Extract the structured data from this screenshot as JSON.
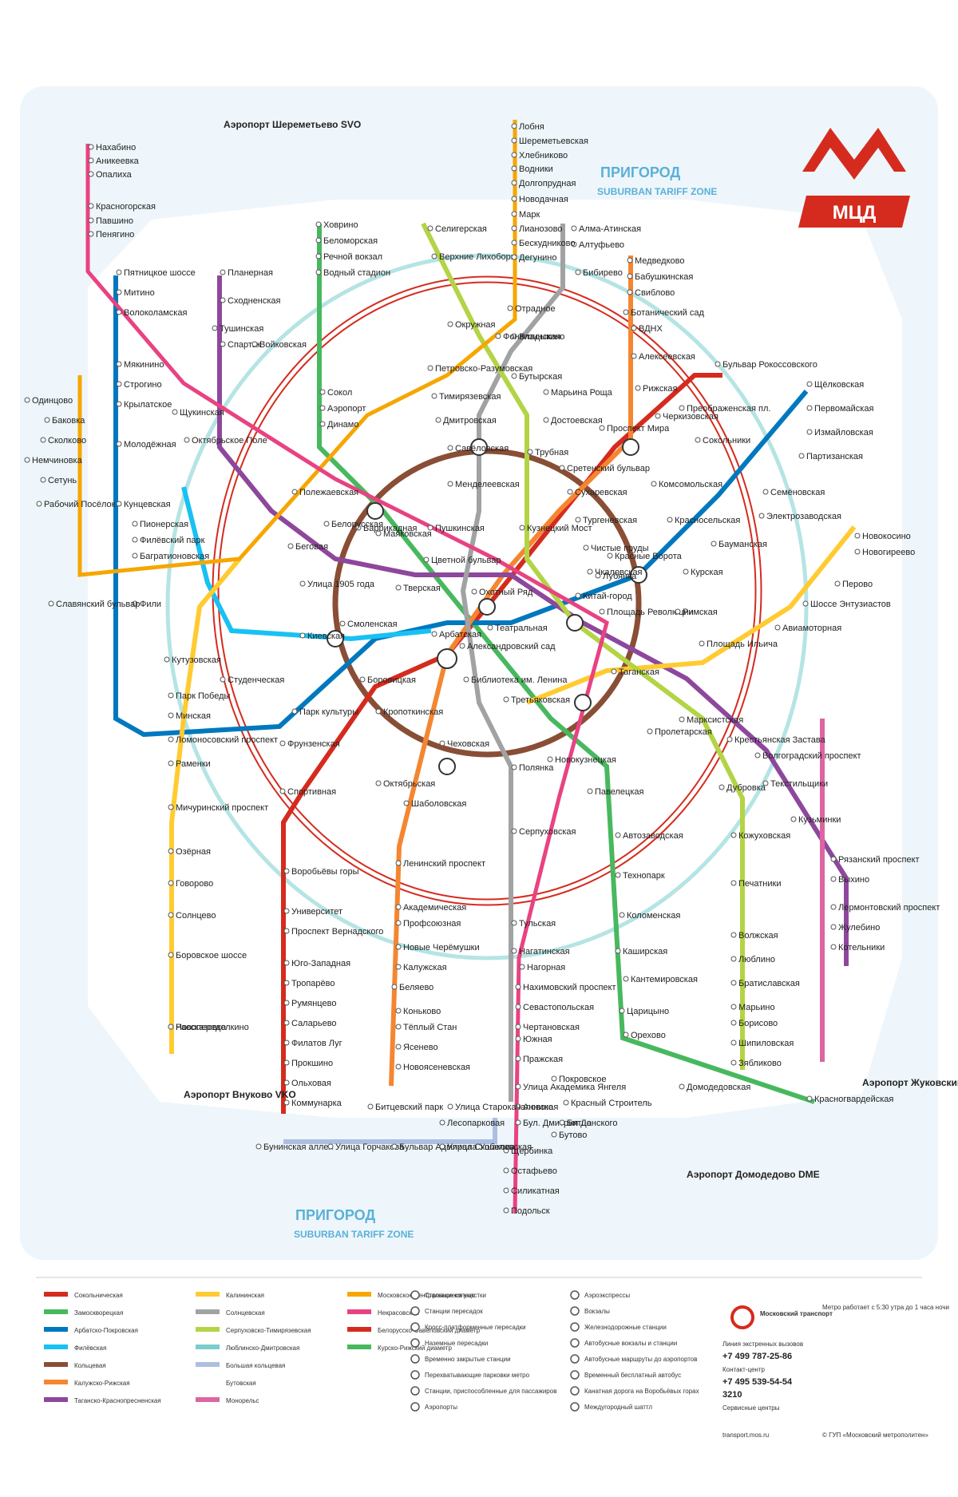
{
  "zone": {
    "title": "ПРИГОРОД",
    "subtitle": "SUBURBAN TARIFF ZONE"
  },
  "brand": {
    "metro_letter": "M",
    "mcd": "МЦД",
    "red": "#d52b1e"
  },
  "airports": {
    "svo": "Аэропорт Шереметьево SVO",
    "vko": "Аэропорт Внуково VKO",
    "dme": "Аэропорт Домодедово DME",
    "zia": "Аэропорт Жуковский ZIA"
  },
  "lines": [
    {
      "id": "1",
      "color": "#d52b1e"
    },
    {
      "id": "2",
      "color": "#48b85e"
    },
    {
      "id": "3",
      "color": "#0078be"
    },
    {
      "id": "4",
      "color": "#19c1f3"
    },
    {
      "id": "5",
      "color": "#894e35"
    },
    {
      "id": "6",
      "color": "#f58631"
    },
    {
      "id": "7",
      "color": "#8e479c"
    },
    {
      "id": "8",
      "color": "#ffcb31"
    },
    {
      "id": "9",
      "color": "#a1a2a3"
    },
    {
      "id": "10",
      "color": "#b3d445"
    },
    {
      "id": "11",
      "color": "#79cdcd"
    },
    {
      "id": "12",
      "color": "#acbfe1"
    },
    {
      "id": "14",
      "color": "#ffffff"
    },
    {
      "id": "15",
      "color": "#de64a1"
    },
    {
      "id": "D1",
      "color": "#f6a600"
    },
    {
      "id": "D2",
      "color": "#e94282"
    }
  ],
  "stations": [
    "Нахабино",
    "Аникеевка",
    "Опалиха",
    "Красногорская",
    "Павшино",
    "Пенягино",
    "Пятницкое шоссе",
    "Митино",
    "Волоколамская",
    "Мякинино",
    "Строгино",
    "Крылатское",
    "Молодёжная",
    "Кунцевская",
    "Пионерская",
    "Филёвский парк",
    "Багратионовская",
    "Фили",
    "Кутузовская",
    "Студенческая",
    "Киевская",
    "Смоленская",
    "Арбатская",
    "Александровский сад",
    "Библиотека им. Ленина",
    "Боровицкая",
    "Парк культуры",
    "Кропоткинская",
    "Фрунзенская",
    "Спортивная",
    "Воробьёвы горы",
    "Университет",
    "Проспект Вернадского",
    "Юго-Западная",
    "Тропарёво",
    "Румянцево",
    "Саларьево",
    "Филатов Луг",
    "Прокшино",
    "Ольховая",
    "Коммунарка",
    "Планерная",
    "Сходненская",
    "Тушинская",
    "Спартак",
    "Щукинская",
    "Октябрьское Поле",
    "Полежаевская",
    "Беговая",
    "Улица 1905 года",
    "Баррикадная",
    "Пушкинская",
    "Кузнецкий Мост",
    "Китай-город",
    "Таганская",
    "Пролетарская",
    "Волгоградский проспект",
    "Текстильщики",
    "Кузьминки",
    "Рязанский проспект",
    "Выхино",
    "Лермонтовский проспект",
    "Жулебино",
    "Котельники",
    "Ховрино",
    "Беломорская",
    "Речной вокзал",
    "Водный стадион",
    "Войковская",
    "Сокол",
    "Аэропорт",
    "Динамо",
    "Белорусская",
    "Маяковская",
    "Тверская",
    "Театральная",
    "Новокузнецкая",
    "Павелецкая",
    "Автозаводская",
    "Технопарк",
    "Коломенская",
    "Каширская",
    "Кантемировская",
    "Царицыно",
    "Орехово",
    "Домодедовская",
    "Красногвардейская",
    "Алма-Атинская",
    "Алтуфьево",
    "Бибирево",
    "Отрадное",
    "Владыкино",
    "Петровско-Разумовская",
    "Тимирязевская",
    "Дмитровская",
    "Савёловская",
    "Менделеевская",
    "Цветной бульвар",
    "Чеховская",
    "Полянка",
    "Серпуховская",
    "Тульская",
    "Нагатинская",
    "Нагорная",
    "Нахимовский проспект",
    "Севастопольская",
    "Чертановская",
    "Южная",
    "Пражская",
    "Улица Академика Янгеля",
    "Аннино",
    "Бул. Дмитрия Донского",
    "Медведково",
    "Бабушкинская",
    "Свиблово",
    "Ботанический сад",
    "ВДНХ",
    "Алексеевская",
    "Рижская",
    "Проспект Мира",
    "Сухаревская",
    "Тургеневская",
    "Третьяковская",
    "Октябрьская",
    "Шаболовская",
    "Ленинский проспект",
    "Академическая",
    "Профсоюзная",
    "Новые Черёмушки",
    "Калужская",
    "Беляево",
    "Коньково",
    "Тёплый Стан",
    "Ясенево",
    "Новоясеневская",
    "Щёлковская",
    "Первомайская",
    "Измайловская",
    "Партизанская",
    "Семёновская",
    "Электрозаводская",
    "Бауманская",
    "Курская",
    "Площадь Революции",
    "Комсомольская",
    "Красносельская",
    "Сокольники",
    "Преображенская пл.",
    "Черкизовская",
    "Бульвар Рокоссовского",
    "Лубянка",
    "Охотный Ряд",
    "Чистые пруды",
    "Красные Ворота",
    "Новокосино",
    "Новогиреево",
    "Перово",
    "Шоссе Энтузиастов",
    "Авиамоторная",
    "Площадь Ильича",
    "Марксистская",
    "Селигерская",
    "Верхние Лихоборы",
    "Окружная",
    "Фонвизинская",
    "Бутырская",
    "Марьина Роща",
    "Достоевская",
    "Трубная",
    "Сретенский бульвар",
    "Чкаловская",
    "Римская",
    "Крестьянская Застава",
    "Дубровка",
    "Кожуховская",
    "Печатники",
    "Волжская",
    "Люблино",
    "Братиславская",
    "Марьино",
    "Борисово",
    "Шипиловская",
    "Зябликово",
    "Лобня",
    "Шереметьевская",
    "Хлебниково",
    "Водники",
    "Долгопрудная",
    "Новодачная",
    "Марк",
    "Лианозово",
    "Бескудниково",
    "Дегунино",
    "Одинцово",
    "Баковка",
    "Сколково",
    "Немчиновка",
    "Сетунь",
    "Рабочий Посёлок",
    "Славянский бульвар",
    "Новопеределкино",
    "Боровское шоссе",
    "Солнцево",
    "Говорово",
    "Озёрная",
    "Мичуринский проспект",
    "Раменки",
    "Ломоносовский проспект",
    "Минская",
    "Парк Победы",
    "Рассказовка",
    "Подольск",
    "Силикатная",
    "Остафьево",
    "Щербинка",
    "Бутово",
    "Битца",
    "Красный Строитель",
    "Покровское",
    "Бунинская аллея",
    "Улица Горчакова",
    "Бульвар Адмирала Ушакова",
    "Улица Скобелевская",
    "Лесопарковая",
    "Битцевский парк",
    "Улица Старокачаловская"
  ],
  "legend": {
    "lines": [
      "Сокольническая",
      "Замоскворецкая",
      "Арбатско-Покровская",
      "Филёвская",
      "Кольцевая",
      "Калужско-Рижская",
      "Таганско-Краснопресненская",
      "Калининская",
      "Солнцевская",
      "Серпуховско-Тимирязевская",
      "Люблинско-Дмитровская",
      "Большая кольцевая",
      "Бутовская",
      "Монорельс",
      "Московское центральное кольцо",
      "Некрасовская",
      "Белорусско-Савёловский диаметр",
      "Курско-Рижский диаметр"
    ],
    "symbols": [
      "Строящиеся участки",
      "Станции пересадок",
      "Кросс-платформенные пересадки",
      "Наземные пересадки",
      "Временно закрытые станции",
      "Перехватывающие парковки метро",
      "Станции, приспособленные для пассажиров",
      "Аэропорты",
      "Аэроэкспрессы",
      "Вокзалы",
      "Железнодорожные станции",
      "Автобусные вокзалы и станции",
      "Автобусные маршруты до аэропортов",
      "Временный бесплатный автобус",
      "Канатная дорога на Воробьёвых горах",
      "Междугородный шаттл"
    ],
    "transport_logo": "Московский транспорт",
    "hotline_label": "Линия экстренных вызовов",
    "hotline": "+7 499 787-25-86",
    "contact_label": "Контакт-центр",
    "contact": "+7 495 539-54-54",
    "short": "3210",
    "service_label": "Сервисные центры",
    "site": "transport.mos.ru",
    "copyright": "© ГУП «Московский метрополитен»",
    "hours": "Метро работает с 5:30 утра до 1 часа ночи"
  }
}
